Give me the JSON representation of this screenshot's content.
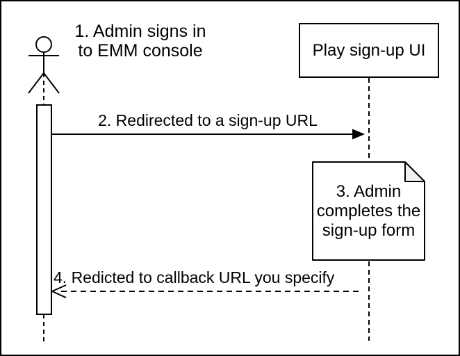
{
  "diagram": {
    "type": "sequence-diagram",
    "colors": {
      "background": "#ffffff",
      "stroke": "#000000",
      "note_fold": "#f0f0f0"
    },
    "actor": {
      "label": "1. Admin signs in\nto EMM console"
    },
    "participant": {
      "label": "Play sign-up UI"
    },
    "note": {
      "label": "3. Admin\ncompletes the\nsign-up form"
    },
    "messages": [
      {
        "label": "2. Redirected to a sign-up URL",
        "line_style": "solid",
        "arrowhead": "filled",
        "direction": "actor-to-participant"
      },
      {
        "label": "4. Redicted to callback URL you specify",
        "line_style": "dashed",
        "arrowhead": "open",
        "direction": "participant-to-actor"
      }
    ]
  }
}
